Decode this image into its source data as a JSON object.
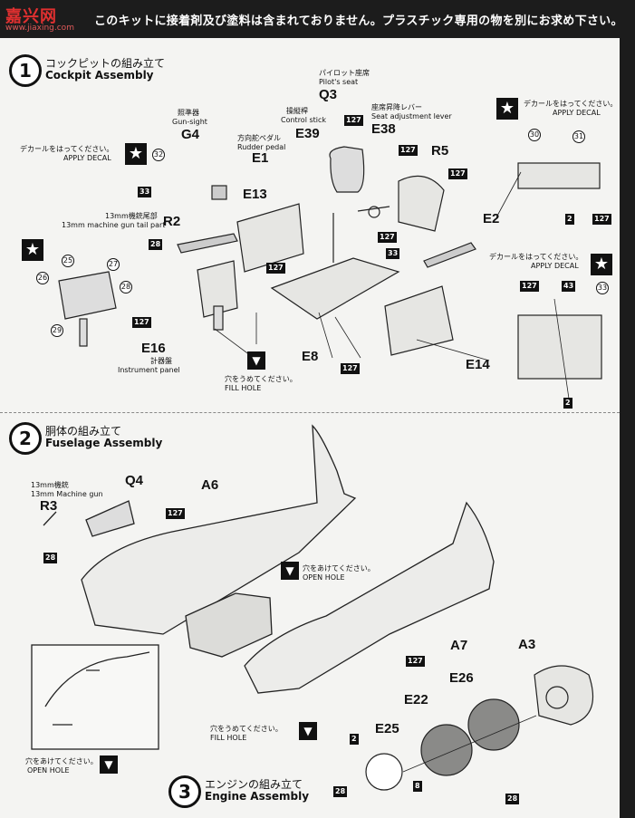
{
  "header": {
    "logo": "嘉兴网",
    "logo_sub": "www.jiaxing.com",
    "notice": "このキットに接着剤及び塗料は含まれておりません。プラスチック専用の物を別にお求め下さい。"
  },
  "steps": [
    {
      "num": "1",
      "jp": "コックピットの組み立て",
      "en": "Cockpit Assembly"
    },
    {
      "num": "2",
      "jp": "胴体の組み立て",
      "en": "Fuselage Assembly"
    },
    {
      "num": "3",
      "jp": "エンジンの組み立て",
      "en": "Engine Assembly"
    }
  ],
  "parts": {
    "q3": "Q3",
    "g4": "G4",
    "e39": "E39",
    "e38": "E38",
    "e1": "E1",
    "r5": "R5",
    "e13": "E13",
    "r2": "R2",
    "e2": "E2",
    "e8": "E8",
    "e16": "E16",
    "e14": "E14",
    "q4": "Q4",
    "a6": "A6",
    "r3": "R3",
    "a7": "A7",
    "a3": "A3",
    "e26": "E26",
    "e22": "E22",
    "e25": "E25"
  },
  "captions": {
    "pilot_seat_jp": "パイロット座席",
    "pilot_seat_en": "Pilot's seat",
    "gunsight_jp": "照準器",
    "gunsight_en": "Gun-sight",
    "control_stick_jp": "操縦桿",
    "control_stick_en": "Control stick",
    "seat_lever_jp": "座席昇降レバー",
    "seat_lever_en": "Seat adjustment lever",
    "rudder_jp": "方向舵ペダル",
    "rudder_en": "Rudder pedal",
    "mg_tail_jp": "13mm機銃尾部",
    "mg_tail_en": "13mm machine gun tail part",
    "instrument_jp": "計器盤",
    "instrument_en": "Instrument panel",
    "decal_jp": "デカールをはってください。",
    "decal_en": "APPLY DECAL",
    "fill_jp": "穴をうめてください。",
    "fill_en": "FILL HOLE",
    "open_jp": "穴をあけてください。",
    "open_en": "OPEN HOLE",
    "mg_jp": "13mm機銃",
    "mg_en": "13mm Machine gun"
  },
  "paint_codes": {
    "c127": "127",
    "c33": "33",
    "c28": "28",
    "c8": "8",
    "c2": "2",
    "c43": "43",
    "c32": "32",
    "c30": "30",
    "c31": "31",
    "c25": "25",
    "c26": "26",
    "c27": "27",
    "c29": "29"
  }
}
